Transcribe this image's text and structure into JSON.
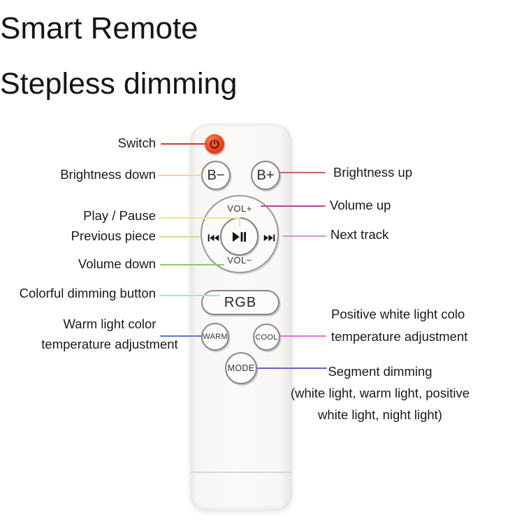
{
  "titles": {
    "line1": "Smart Remote",
    "line2": "Stepless dimming"
  },
  "remote": {
    "b_minus_label": "B−",
    "b_plus_label": "B+",
    "vol_plus_label": "VOL+",
    "vol_minus_label": "VOL−",
    "rgb_label": "RGB",
    "warm_label": "WARM",
    "cool_label": "COOL",
    "mode_label": "MODE",
    "power_color": "#e8431f",
    "power_icon_color": "#7a1301",
    "body_color": "#f8f7f5"
  },
  "callouts": {
    "switch": {
      "label": "Switch",
      "line_color": "#d4372b"
    },
    "brightness_down": {
      "label": "Brightness down",
      "line_color": "#f2d3a4"
    },
    "play_pause": {
      "label": "Play / Pause",
      "line_color": "#f2e388"
    },
    "previous_piece": {
      "label": "Previous piece",
      "line_color": "#c5e389"
    },
    "volume_down": {
      "label": "Volume down",
      "line_color": "#8cc96a"
    },
    "colorful_dimming": {
      "label": "Colorful dimming button",
      "line_color": "#abdde6"
    },
    "warm_light": {
      "line1": "Warm light color",
      "line2": "temperature adjustment",
      "line_color": "#5c74d8"
    },
    "brightness_up": {
      "label": "Brightness up",
      "line_color": "#d35f6d"
    },
    "volume_up": {
      "label": "Volume up",
      "line_color": "#c23a9c"
    },
    "next_track": {
      "label": "Next track",
      "line_color": "#e28cda"
    },
    "positive_white": {
      "line1": "Positive white light colo",
      "line2": "temperature adjustment",
      "line_color": "#ea6ce0"
    },
    "segment_dimming": {
      "line1": "Segment dimming",
      "line2": "(white light, warm light, positive",
      "line3": "white light, night light)",
      "line_color": "#7b57cf"
    }
  }
}
